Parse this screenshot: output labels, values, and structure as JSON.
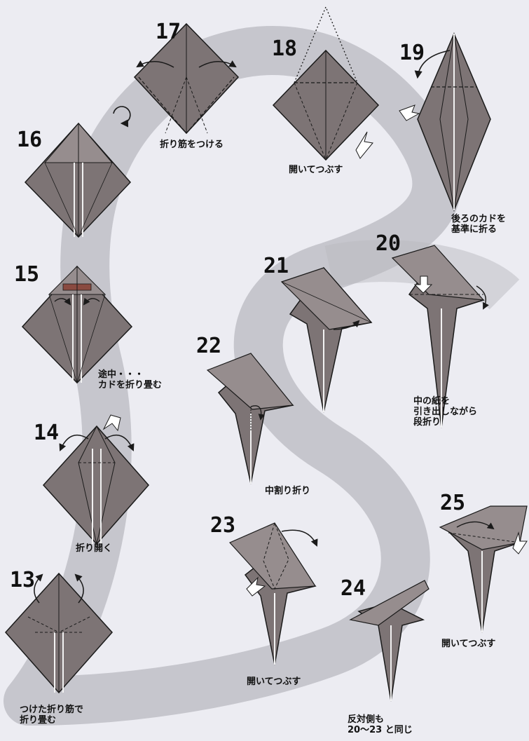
{
  "steps": [
    {
      "id": 13,
      "label": "13",
      "caption": "つけた折り筋で\n折り畳む"
    },
    {
      "id": 14,
      "label": "14",
      "caption": "折り開く"
    },
    {
      "id": 15,
      "label": "15",
      "caption": "途中・・・\nカドを折り畳む"
    },
    {
      "id": 16,
      "label": "16",
      "caption": ""
    },
    {
      "id": 17,
      "label": "17",
      "caption": "折り筋をつける"
    },
    {
      "id": 18,
      "label": "18",
      "caption": "開いてつぶす"
    },
    {
      "id": 19,
      "label": "19",
      "caption": "後ろのカドを\n基準に折る"
    },
    {
      "id": 20,
      "label": "20",
      "caption": "中の紙を\n引き出しながら\n段折り"
    },
    {
      "id": 21,
      "label": "21",
      "caption": ""
    },
    {
      "id": 22,
      "label": "22",
      "caption": "中割り折り"
    },
    {
      "id": 23,
      "label": "23",
      "caption": "開いてつぶす"
    },
    {
      "id": 24,
      "label": "24",
      "caption": "反対側も\n20〜23 と同じ"
    },
    {
      "id": 25,
      "label": "25",
      "caption": "開いてつぶす"
    }
  ],
  "colors": {
    "background": "#ececf2",
    "band": "#b9b9c0",
    "paper": "#7d7475",
    "paper_light": "#968d8e",
    "line": "#1a1a1a",
    "highlight": "#ffffff"
  }
}
